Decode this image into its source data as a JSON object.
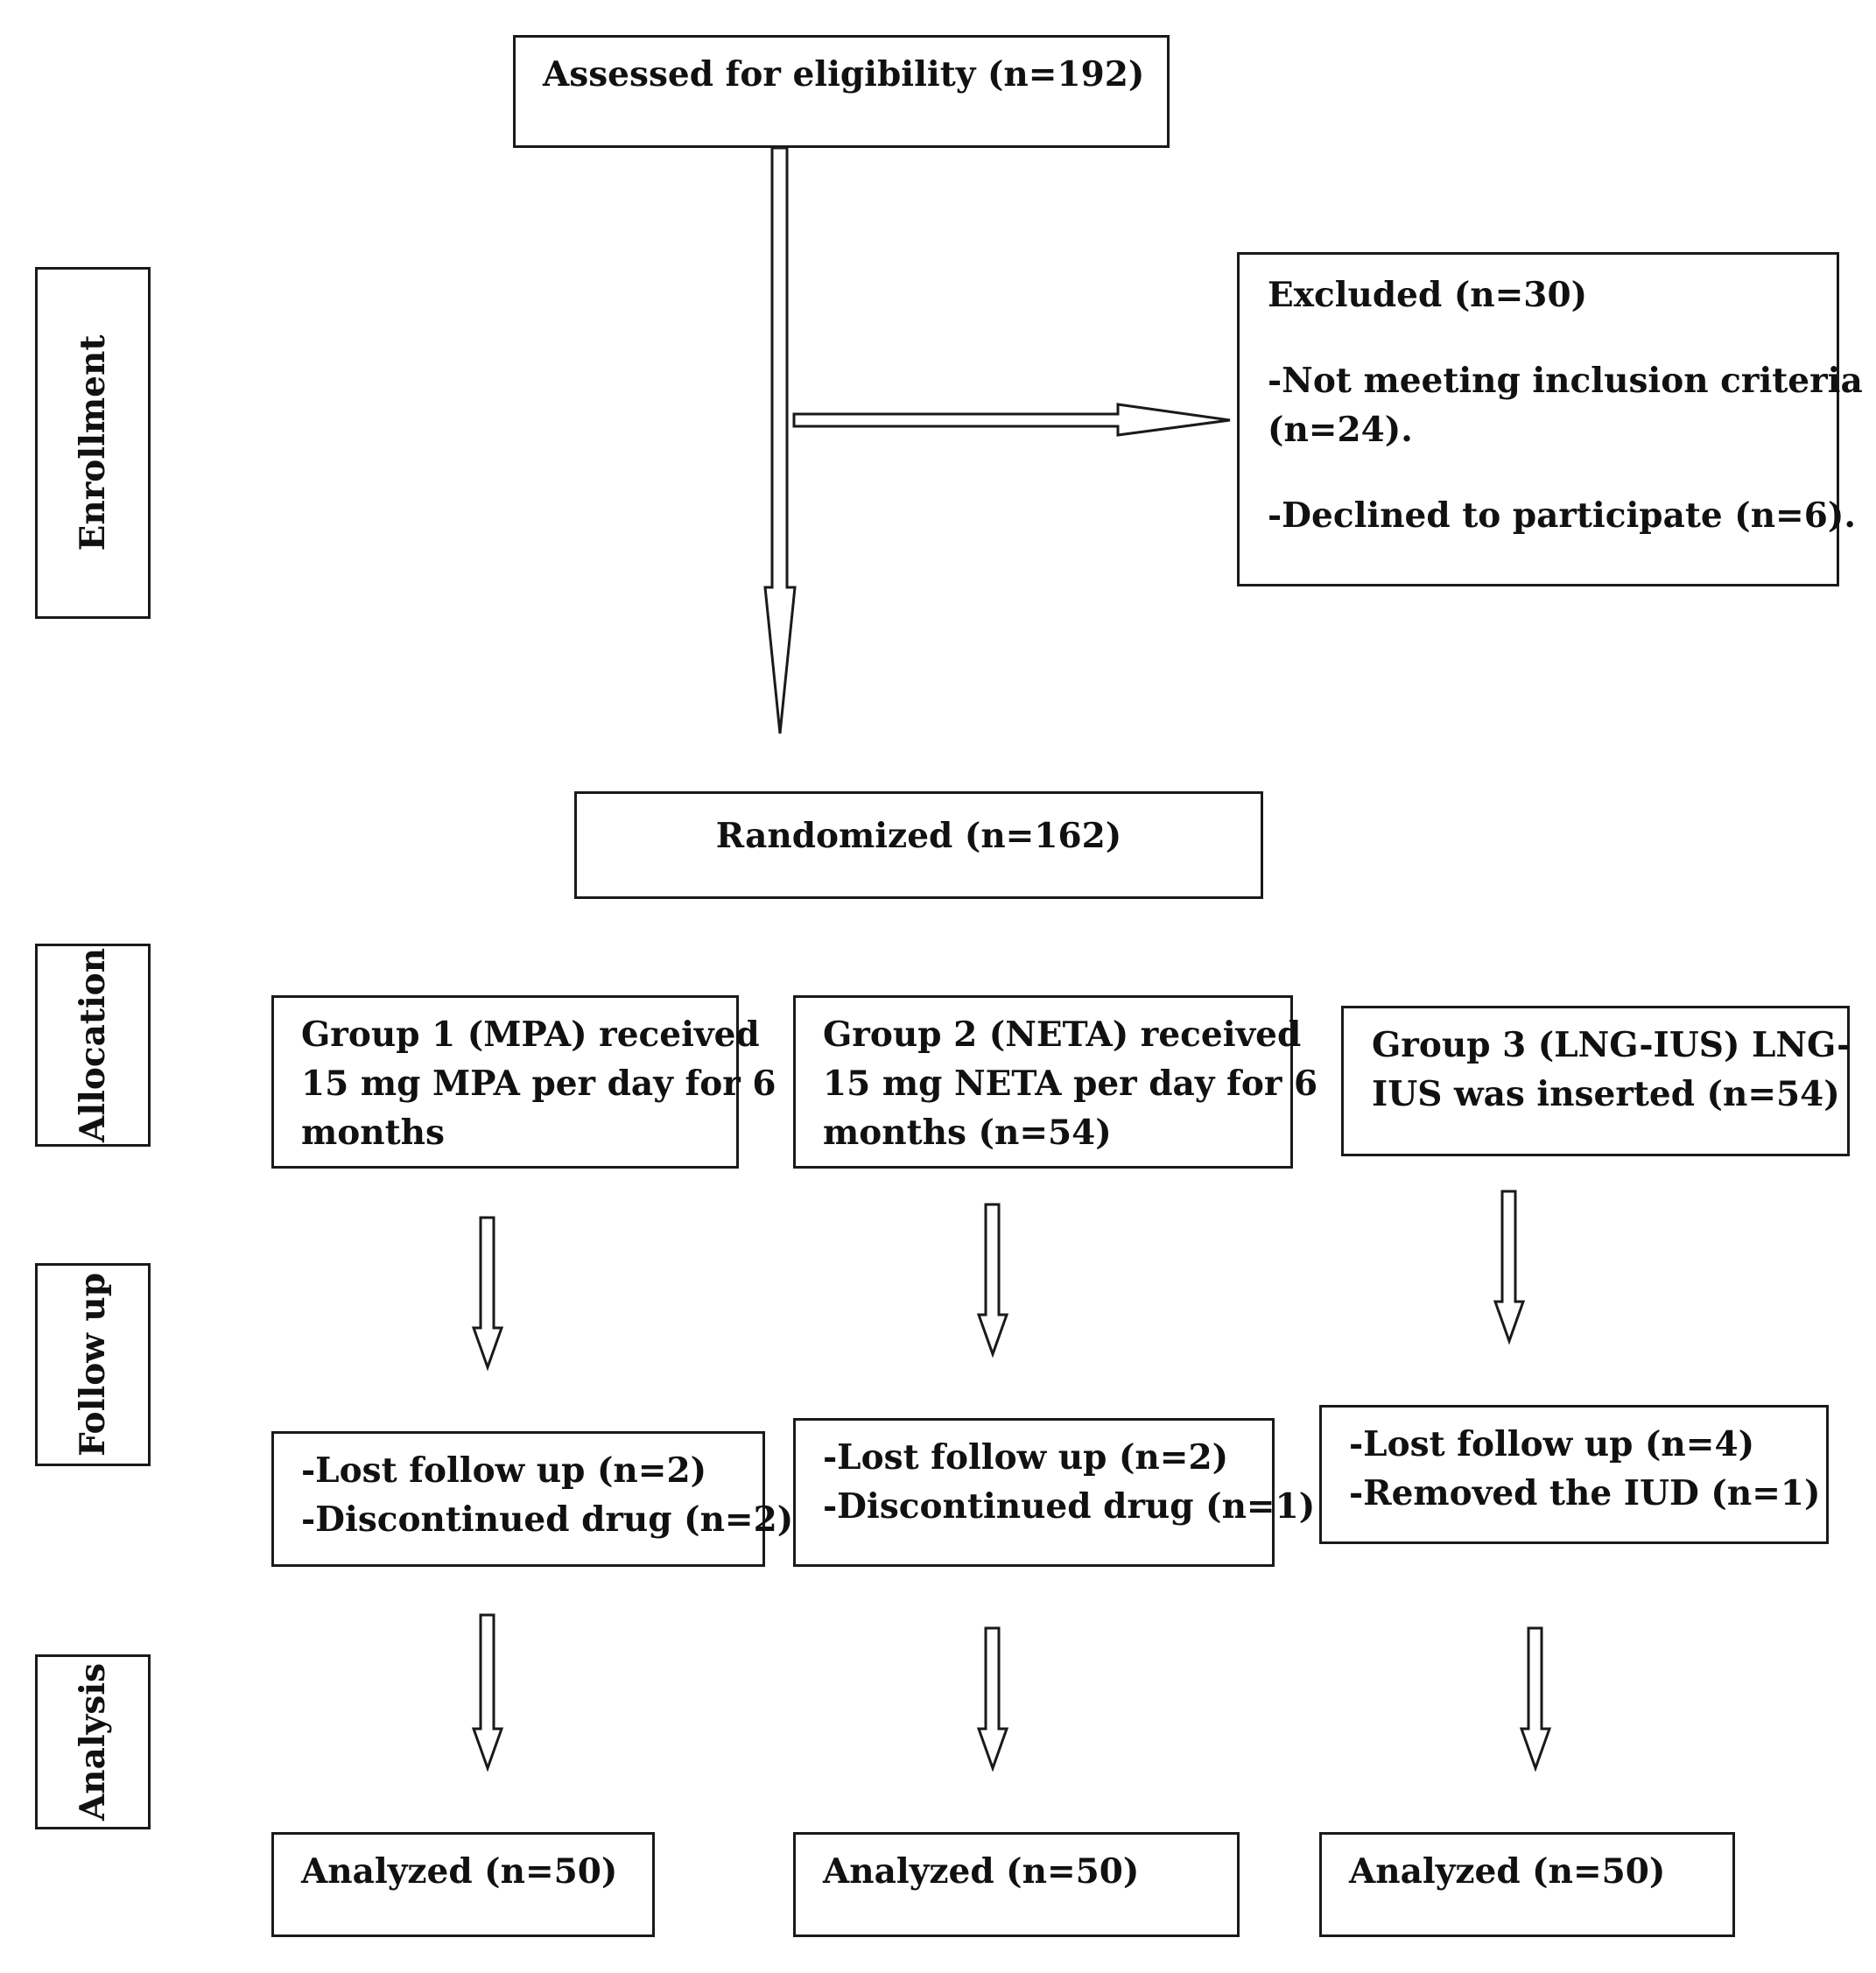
{
  "stages": {
    "enrollment": "Enrollment",
    "allocation": "Allocation",
    "follow_up": "Follow up",
    "analysis": "Analysis"
  },
  "assessed": "Assessed for eligibility (n=192)",
  "excluded": {
    "title": "Excluded (n=30)",
    "reason1_line1": "-Not meeting inclusion criteria",
    "reason1_line2": "(n=24).",
    "reason2": "-Declined to participate (n=6)."
  },
  "randomized": "Randomized (n=162)",
  "group1": {
    "line1": "Group 1 (MPA) received",
    "line2": "15 mg MPA per day for 6",
    "line3": "months",
    "lost": "-Lost follow up (n=2)",
    "discontinued": "-Discontinued drug (n=2)",
    "analyzed": "Analyzed (n=50)"
  },
  "group2": {
    "line1": "Group 2 (NETA) received",
    "line2": "15 mg NETA per day for 6",
    "line3": "months (n=54)",
    "lost": "-Lost follow up (n=2)",
    "discontinued": "-Discontinued drug (n=1)",
    "analyzed": "Analyzed (n=50)"
  },
  "group3": {
    "line1": "Group 3 (LNG-IUS)   LNG-",
    "line2": "IUS was inserted (n=54)",
    "lost": "-Lost follow up (n=4)",
    "removed": "-Removed the IUD (n=1)",
    "analyzed": "Analyzed (n=50)"
  }
}
